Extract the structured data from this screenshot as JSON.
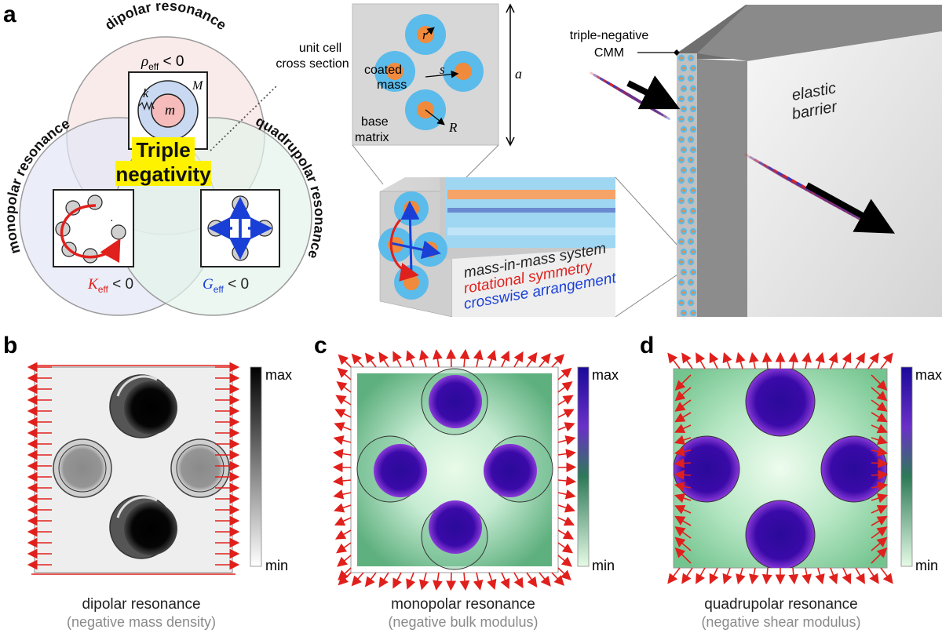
{
  "panel_a": {
    "letter": "a",
    "venn": {
      "dipolar_title": "dipolar resonance",
      "monopolar_title": "monopolar resonance",
      "quadrupolar_title": "quadrupolar resonance",
      "rho_condition": "ρ",
      "rho_sub": "eff",
      "rho_rest": " < 0",
      "k_condition": "K",
      "k_sub": "eff",
      "k_rest": " < 0",
      "g_condition": "G",
      "g_sub": "eff",
      "g_rest": " < 0",
      "center_line1": "Triple",
      "center_line2": "negativity",
      "mass_M": "M",
      "mass_m": "m",
      "spring_k": "k",
      "ellipsis": "·"
    },
    "unit_cell": {
      "callout": "unit cell",
      "callout2": "cross section",
      "coated_line1": "coated",
      "coated_line2": "mass",
      "base_line1": "base",
      "base_line2": "matrix",
      "r": "r",
      "s": "s",
      "R": "R",
      "a": "a"
    },
    "prism": {
      "line1": "mass-in-mass system",
      "line2": "rotational symmetry",
      "line3": "crosswise arrangement"
    },
    "barrier": {
      "cmm_line1": "triple-negative",
      "cmm_line2": "CMM",
      "elastic_line1": "elastic",
      "elastic_line2": "barrier"
    },
    "colors": {
      "coating": "#5bbbea",
      "mass": "#f08a3c",
      "red": "#e0201c",
      "blue": "#1a3fd6",
      "yellow": "#fff200"
    }
  },
  "panel_b": {
    "letter": "b",
    "colorbar_max": "max",
    "colorbar_min": "min",
    "caption": "dipolar resonance",
    "subcaption": "(negative mass density)",
    "colormap": "gray"
  },
  "panel_c": {
    "letter": "c",
    "colorbar_max": "max",
    "colorbar_min": "min",
    "caption": "monopolar resonance",
    "subcaption": "(negative bulk modulus)",
    "colormap": "green-purple"
  },
  "panel_d": {
    "letter": "d",
    "colorbar_max": "max",
    "colorbar_min": "min",
    "caption": "quadrupolar resonance",
    "subcaption": "(negative shear modulus)",
    "colormap": "green-purple"
  }
}
